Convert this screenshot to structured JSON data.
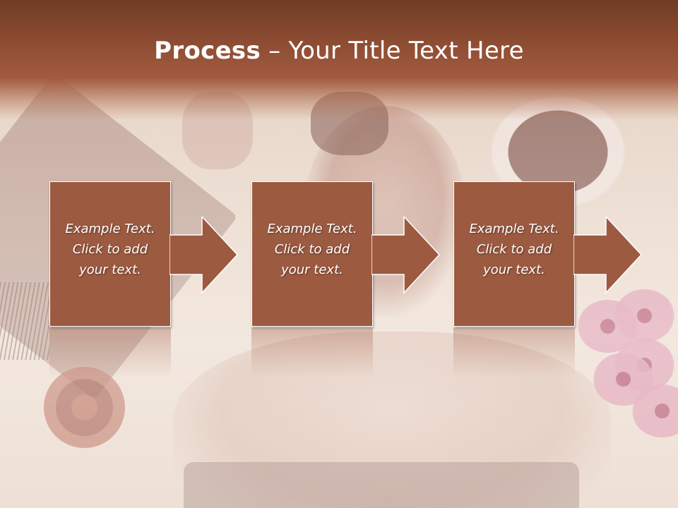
{
  "slide": {
    "title_bold": "Process",
    "title_rest": " – Your Title Text Here",
    "steps": [
      {
        "lines": [
          "Example Text.",
          "Click  to add",
          "your text."
        ]
      },
      {
        "lines": [
          "Example Text.",
          "Click  to add",
          "your text."
        ]
      },
      {
        "lines": [
          "Example Text.",
          "Click  to add",
          "your text."
        ]
      }
    ]
  },
  "colors": {
    "title_band": "#8d4c33",
    "box_fill": "#9c5a40",
    "box_border": "#ffffff",
    "text": "#ffffff"
  }
}
